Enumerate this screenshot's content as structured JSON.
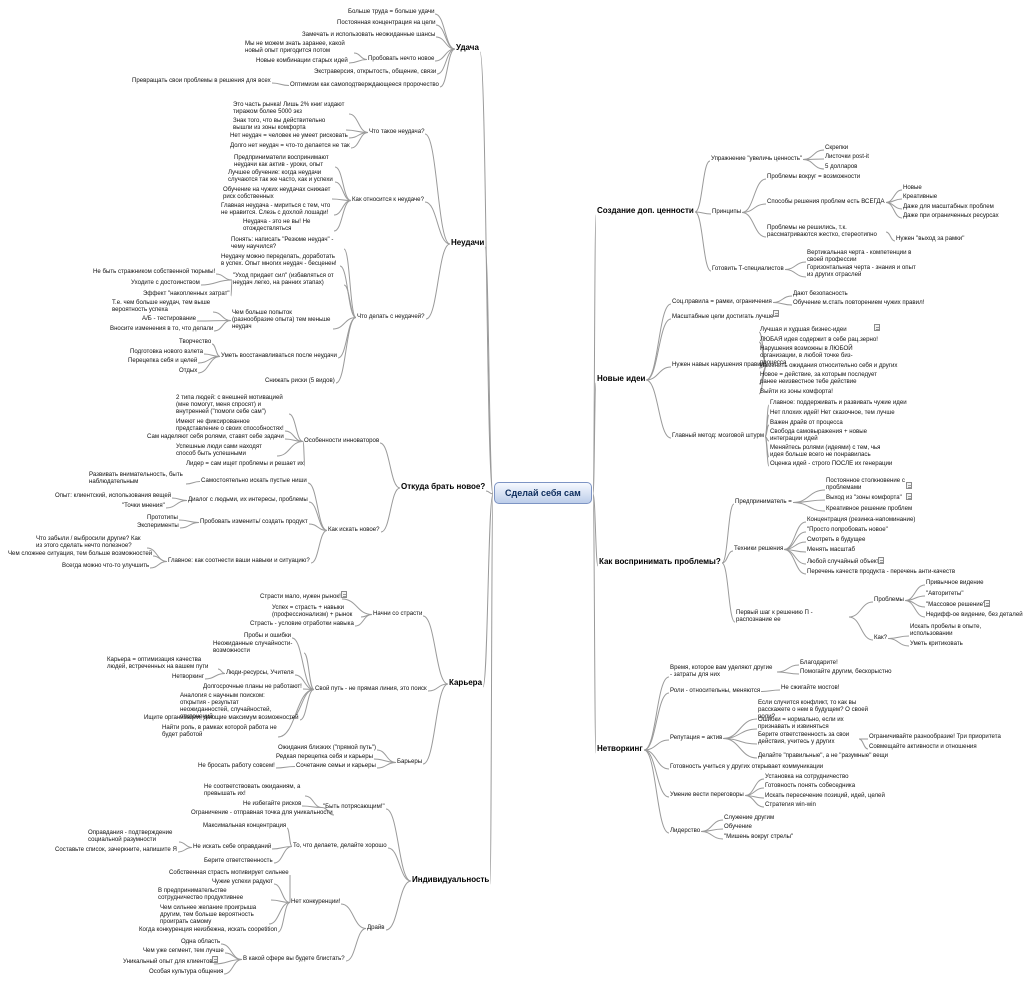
{
  "central": "Сделай себя сам",
  "luck": {
    "title": "Удача",
    "more_work": "Больше труда = больше удачи",
    "focus": "Постоянная концентрация на цели",
    "notice": "Замечать и использовать неожиданные шансы",
    "try_new": "Пробовать нечто новое",
    "unknown_exp": "Мы не можем знать заранее, какой новый опыт пригодится потом",
    "new_combo": "Новые комбинации старых идей",
    "extra": "Экстраверсия, открытость, общение, связи",
    "problems": "Превращать свои проблемы в решения для всех",
    "optimism": "Оптимизм как самоподтверждающееся пророчество"
  },
  "failure": {
    "title": "Неудачи",
    "what": "Что такое неудача?",
    "what_items": [
      "Это часть рынка! Лишь 2% книг издают тиражом более 5000 экз",
      "Знак того, что вы действительно вышли из зоны комфорта",
      "Нет неудач = человек не умеет рисковать",
      "Долго нет неудач = что-то делается не так"
    ],
    "attitude": "Как относится к неудаче?",
    "attitude_items": [
      "Предприниматели воспринимают неудачи как актив - уроки, опыт",
      "Лучшее обучение: когда неудачи случаются так же часто, как и успехи",
      "Обучение на чужих неудачах снижает риск собственных",
      "Главная неудача - мириться с тем, что не нравится. Слезь с дохлой лошади!",
      "Неудача - это не вы! Не отождествляться"
    ],
    "todo": "Что делать с неудачей?",
    "todo_items": [
      "Понять: написать \"Резюме неудач\" - чему научился?",
      "Неудачу можно переделать, доработать в успех. Опыт многих неудач - бесценен!",
      "\"Уход придает сил\" (избавляться от неудач легко, на ранних этапах)",
      "Чем больше попыток (разнообразие опыта) тем меньше неудач",
      "Уметь восстанавливаться после неудачи",
      "Снижать риски (5 видов)"
    ],
    "departure": [
      "Не быть стражником собственной тюрьмы!",
      "Уходите с достоинством",
      "Эффект \"накопленных затрат\""
    ],
    "attempts": [
      "Т.е. чем больше неудач, тем выше вероятность успеха",
      "А/Б - тестирование",
      "Вносите изменения в то, что делали"
    ],
    "recover": [
      "Творчество",
      "Подготовка нового взлета",
      "Перецепка себя и целей",
      "Отдых"
    ]
  },
  "origin": {
    "title": "Откуда брать новое?",
    "features": "Особенности инноваторов",
    "features_items": [
      "2 типа людей: с внешней мотивацией (мне помогут, меня спросят) и внутренней (\"помоги себе сам\")",
      "Имеют не фиксированное представление о своих способностях!",
      "Сам наделяют себя ролями, ставят себе задачи",
      "Успешные люди сами находят способ быть успешными",
      "Лидер = сам ищет проблемы и решает их"
    ],
    "how": "Как искать новое?",
    "self_search": "Самостоятельно искать пустые ниши",
    "observe": "Развивать внимательность, быть наблюдательным",
    "dialog": "Диалог с людьми, их интересы, проблемы",
    "dialog_a": "Опыт: клиентский, использования вещей",
    "dialog_b": "\"Точки мнения\"",
    "try_change": "Пробовать изменить/ создать продукт",
    "protos": "Прототипы",
    "experiments": "Эксперименты",
    "main_q": "Главное: как соотнести ваши навыки и ситуацию?",
    "main_items": [
      "Что забыли / выбросили другие? Как из этого сделать нечто полезное?",
      "Чем сложнее ситуация, тем больше возможностей",
      "Всегда можно что-то улучшить"
    ]
  },
  "career": {
    "title": "Карьера",
    "start": "Начни со страсти",
    "start_items": [
      "Страсти мало, нужен рынок!",
      "Успех = страсть + навыки (профессионализм) + рынок",
      "Страсть - условие отработки навыка"
    ],
    "path": "Свой путь - не прямая линия, это поиск",
    "path_items": [
      "Пробы и ошибки",
      "Неожиданные случайности-возможности",
      "Люди-ресурсы, Учителя",
      "Долгосрочные планы не работают!",
      "Аналогия с научным поиском: открытия - результат неожиданностей, случайностей, отклонений",
      "Ищите организации, дающие максимум возможностей",
      "Найти роль, в рамках которой работа не будет работой"
    ],
    "people_a": "Карьера = оптимизация качества людей, встреченных на вашем пути",
    "people_b": "Нетворкинг",
    "barriers": "Барьеры",
    "barrier_items": [
      "Ожидания близких (\"прямой путь\")",
      "Редкая перецепка себя и карьеры",
      "Сочетание семьи и карьеры"
    ],
    "barrier_sub": "Не бросать работу совсем!"
  },
  "indiv": {
    "title": "Индивидуальность",
    "disappoint": "\"Быть потрясающим!\"",
    "disappoint_items": [
      "Не соответствовать ожиданиям, а превышать их!",
      "Не избегайте рисков",
      "Ограничение - отправная точка для уникальности"
    ],
    "whatever": "То, что делаете, делайте хорошо",
    "whatever_items": [
      "Максимальная концентрация",
      "Не искать себе оправданий",
      "Берите ответственность"
    ],
    "excuses": [
      "Оправдания - подтверждение социальной разумности",
      "Составьте список, зачеркните, напишите Я"
    ],
    "drive": "Драйв",
    "compete": "Нет конкуренции!",
    "compete_items": [
      "Собственная страсть мотивирует сильнее",
      "Чужие успехи радуют",
      "В предпринимательстве сотрудничество продуктивнее",
      "Чем сильнее желание проигрыша другим, тем больше вероятность проиграть самому",
      "Когда конкуренция неизбежна, искать coopetition"
    ],
    "sphere": "В какой сфере вы будете блистать?",
    "sphere_items": [
      "Одна область",
      "Чем уже сегмент, тем лучше",
      "Уникальный опыт для клиентов",
      "Особая культура общения"
    ]
  },
  "value": {
    "title": "Создание доп. ценности",
    "exercise": "Упражнение \"увеличь ценность\"",
    "exercise_items": [
      "Скрепки",
      "Листочки post-it",
      "5 долларов"
    ],
    "principles": "Принципы",
    "opp": "Проблемы вокруг = возможности",
    "always": "Способы решения проблем есть ВСЕГДА",
    "always_items": [
      "Новые",
      "Креативные",
      "Даже для масштабных проблем",
      "Даже при ограниченных ресурсах"
    ],
    "unsolved": "Проблемы не решились, т.к. рассматриваются жестко, стереотипно",
    "exit_frame": "Нужен \"выход за рамки\"",
    "tshape": "Готовить Т-специалистов",
    "tshape_items": [
      "Вертикальная черта - компетенции в своей профессии",
      "Горизонтальная черта - знания и опыт из других отраслей"
    ]
  },
  "ideas": {
    "title": "Новые идеи",
    "norms": "Соц.правила = рамки, ограничения",
    "norms_items": [
      "Дают безопасность",
      "Обучение м.стать повторением чужих правил!"
    ],
    "scale": "Масштабные цели достигать лучше",
    "break": "Нужен навык нарушения правил!",
    "break_items": [
      "Лучшая и худшая бизнес-идеи",
      "ЛЮБАЯ идея содержит в себе рац.зерно!",
      "Нарушения возможны в ЛЮБОЙ организации, в любой точке биз-процесса",
      "Изменить ожидания относительно себя и других",
      "Новое = действие, за которым последует ранее неизвестное тебе действие",
      "Выйти из зоны комфорта!"
    ],
    "brainstorm": "Главный метод: мозговой штурм",
    "brainstorm_items": [
      "Главное: поддерживать и развивать чужие идеи",
      "Нет плохих идей! Нет сказочное, тем лучше",
      "Важен драйв от процесса",
      "Свобода самовыражения + новые интеграции идей",
      "Меняйтесь ролями (идеями) с тем, чья идея больше всего не понравилась",
      "Оценка идей - строго ПОСЛЕ их генерации"
    ]
  },
  "problems": {
    "title": "Как воспринимать проблемы?",
    "entrepreneur": "Предприниматель = ",
    "entrepreneur_items": [
      "Постоянное столкновение с проблемами",
      "Выход из \"зоны комфорта\"",
      "Креативное решение проблем"
    ],
    "tech": "Техники решения",
    "tech_items": [
      "Концентрация (резинка-напоминание)",
      "\"Просто попробовать новое\"",
      "Смотреть в будущее",
      "Менять масштаб",
      "Любой случайный объект",
      "Перечень качеств продукта - перечень анти-качеств"
    ],
    "step": "Первый шаг к решению П - распознание ее",
    "step_problems": "Проблемы",
    "step_problems_items": [
      "Привычное видение",
      "\"Авторитеты\"",
      "\"Массовое решение\"",
      "Недифф-ое видение, без деталей"
    ],
    "step_how": "Как?",
    "step_how_items": [
      "Искать пробелы в опыте, использовании",
      "Уметь критиковать"
    ]
  },
  "net": {
    "title": "Нетворкинг",
    "time": "Время, которое вам уделяют другие - затраты для них",
    "time_items": [
      "Благодарите!",
      "Помогайте другим, бескорыстно"
    ],
    "roles": "Роли - относительны, меняются",
    "bridges": "Не сжигайте мостов!",
    "rep": "Репутация = актив",
    "rep_items": [
      "Если случится конфликт, то как вы расскажете о нем в будущем? О своей роли?",
      "Ошибки = нормально, если их признавать и извиняться",
      "Берите ответственность за свои действия, учитесь у других",
      "Делайте \"правильные\", а не \"разумные\" вещи"
    ],
    "resp_items": [
      "Ограничивайте разнообразие! Три приоритета",
      "Совмещайте активности и отношения"
    ],
    "ready": "Готовность учиться у других открывает коммуникации",
    "negot": "Умение вести переговоры",
    "negot_items": [
      "Установка на сотрудничество",
      "Готовность понять собеседника",
      "Искать пересечение позиций, идей, целей",
      "Стратегия win-win"
    ],
    "lead": "Лидерство",
    "lead_items": [
      "Служение другим",
      "Обучение",
      "\"Мишень вокруг стрелы\""
    ]
  }
}
